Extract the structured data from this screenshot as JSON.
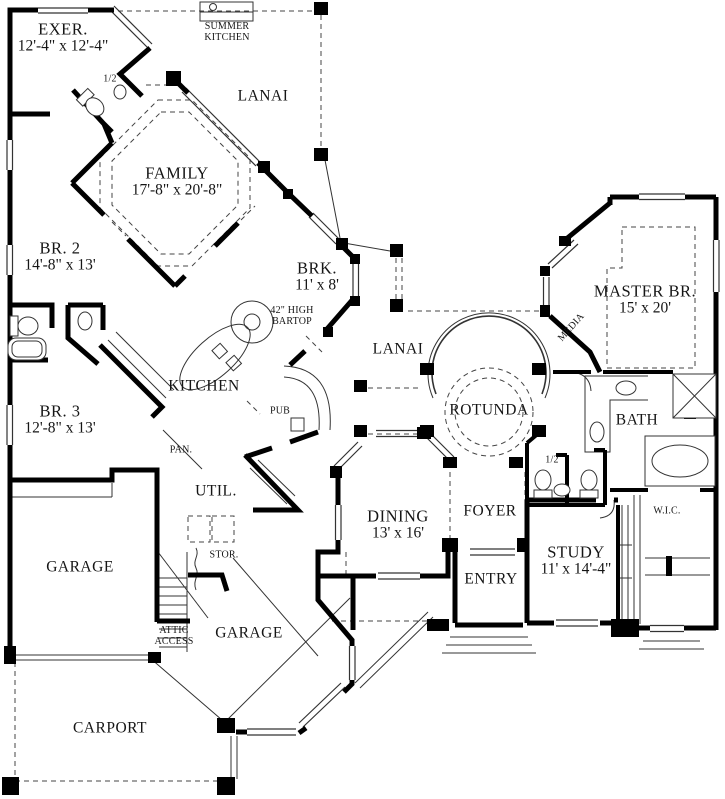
{
  "colors": {
    "walls": "#000000",
    "lines": "#333333",
    "background": "#ffffff"
  },
  "rooms": [
    {
      "id": "exer",
      "line1": "EXER.",
      "line2": "12'-4\" x 12'-4\""
    },
    {
      "id": "summer-kitchen",
      "line1": "SUMMER",
      "line2": "KITCHEN"
    },
    {
      "id": "lanai-top",
      "line1": "LANAI"
    },
    {
      "id": "family",
      "line1": "FAMILY",
      "line2": "17'-8\" x 20'-8\""
    },
    {
      "id": "br2",
      "line1": "BR. 2",
      "line2": "14'-8\" x 13'"
    },
    {
      "id": "brk",
      "line1": "BRK.",
      "line2": "11' x 8'"
    },
    {
      "id": "master-br",
      "line1": "MASTER BR.",
      "line2": "15' x 20'"
    },
    {
      "id": "bartop",
      "line1": "42\" HIGH",
      "line2": "BARTOP"
    },
    {
      "id": "media",
      "line1": "MEDIA"
    },
    {
      "id": "lanai-mid",
      "line1": "LANAI"
    },
    {
      "id": "kitchen",
      "line1": "KITCHEN"
    },
    {
      "id": "rotunda",
      "line1": "ROTUNDA"
    },
    {
      "id": "br3",
      "line1": "BR. 3",
      "line2": "12'-8\" x 13'"
    },
    {
      "id": "pub",
      "line1": "PUB"
    },
    {
      "id": "bath",
      "line1": "BATH"
    },
    {
      "id": "pan",
      "line1": "PAN."
    },
    {
      "id": "half-bath-foyer",
      "line1": "1/2"
    },
    {
      "id": "half-bath-exer",
      "line1": "1/2"
    },
    {
      "id": "util",
      "line1": "UTIL."
    },
    {
      "id": "wic",
      "line1": "W.I.C."
    },
    {
      "id": "dining",
      "line1": "DINING",
      "line2": "13' x 16'"
    },
    {
      "id": "foyer",
      "line1": "FOYER"
    },
    {
      "id": "study",
      "line1": "STUDY",
      "line2": "11' x 14'-4\""
    },
    {
      "id": "garage-left",
      "line1": "GARAGE"
    },
    {
      "id": "entry",
      "line1": "ENTRY"
    },
    {
      "id": "stor",
      "line1": "STOR."
    },
    {
      "id": "attic-access",
      "line1": "ATTIC",
      "line2": "ACCESS"
    },
    {
      "id": "garage-bottom",
      "line1": "GARAGE"
    },
    {
      "id": "carport",
      "line1": "CARPORT"
    }
  ]
}
